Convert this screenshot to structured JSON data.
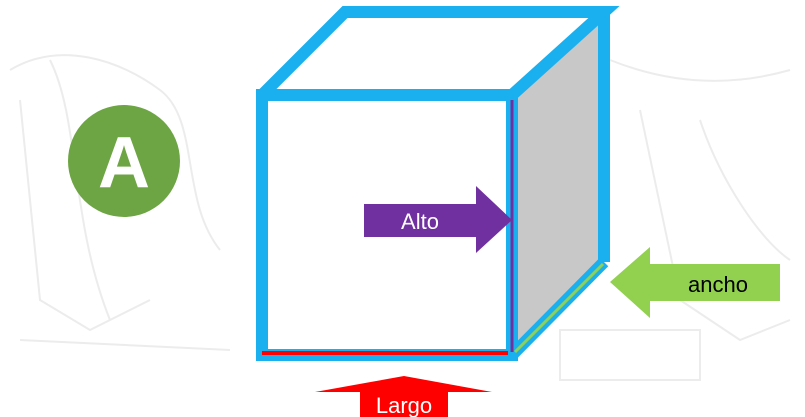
{
  "badge": {
    "letter": "A",
    "color": "#6da544"
  },
  "cube": {
    "edge_color": "#1ab0f0",
    "side_face_color": "#c8c8c8"
  },
  "labels": {
    "alto": {
      "text": "Alto",
      "color": "#7030a0"
    },
    "ancho": {
      "text": "ancho",
      "color": "#92d050"
    },
    "largo": {
      "text": "Largo",
      "color": "#ff0000"
    }
  }
}
